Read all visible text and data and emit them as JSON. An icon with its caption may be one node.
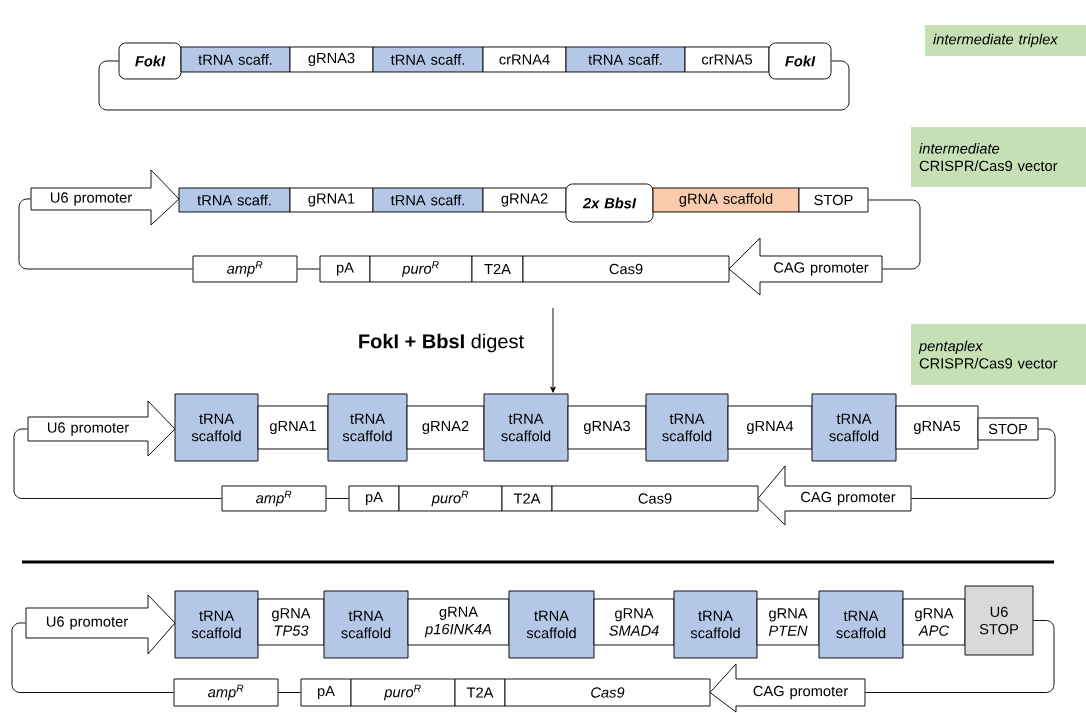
{
  "diagram": {
    "nodes": [
      {
        "text": [
          "intermediate triplex"
        ]
      },
      {
        "text": [
          "FokI"
        ]
      },
      {
        "text": [
          "tRNA scaff."
        ]
      },
      {
        "text": [
          "gRNA3"
        ]
      },
      {
        "text": [
          "tRNA scaff."
        ]
      },
      {
        "text": [
          "crRNA4"
        ]
      },
      {
        "text": [
          "tRNA scaff."
        ]
      },
      {
        "text": [
          "crRNA5"
        ]
      },
      {
        "text": [
          "FokI"
        ]
      },
      {
        "text": [
          "*intermediate* CRISPR/Cas9 vector"
        ]
      },
      {
        "text": [
          "U6 promoter"
        ]
      },
      {
        "text": [
          "tRNA scaff."
        ]
      },
      {
        "text": [
          "gRNA1"
        ]
      },
      {
        "text": [
          "tRNA scaff."
        ]
      },
      {
        "text": [
          "gRNA2"
        ]
      },
      {
        "text": [
          "2x BbsI"
        ]
      },
      {
        "text": [
          "gRNA scaffold"
        ]
      },
      {
        "text": [
          "STOP"
        ]
      },
      {
        "text": [
          "amp$^{R}$"
        ]
      },
      {
        "text": [
          "pA"
        ]
      },
      {
        "text": [
          "puro$^{R}$"
        ]
      },
      {
        "text": [
          "T2A"
        ]
      },
      {
        "text": [
          "Cas9"
        ]
      },
      {
        "text": [
          "CAG promoter"
        ]
      },
      {
        "text": [
          "*pentaplex* CRISPR/Cas9 vector"
        ]
      },
      {
        "text": [
          "U6 promoter"
        ]
      },
      {
        "text": [
          "tRNA scaffold"
        ]
      },
      {
        "text": [
          "gRNA1"
        ]
      },
      {
        "text": [
          "tRNA scaffold"
        ]
      },
      {
        "text": [
          "gRNA2"
        ]
      },
      {
        "text": [
          "tRNA scaffold"
        ]
      },
      {
        "text": [
          "gRNA3"
        ]
      },
      {
        "text": [
          "tRNA scaffold"
        ]
      },
      {
        "text": [
          "gRNA4"
        ]
      },
      {
        "text": [
          "tRNA scaffold"
        ]
      },
      {
        "text": [
          "gRNA5"
        ]
      },
      {
        "text": [
          "STOP"
        ]
      },
      {
        "text": [
          "amp$^{R}$"
        ]
      },
      {
        "text": [
          "pA"
        ]
      },
      {
        "text": [
          "puro$^{R}$"
        ]
      },
      {
        "text": [
          "T2A"
        ]
      },
      {
        "text": [
          "Cas9"
        ]
      },
      {
        "text": [
          "CAG promoter"
        ]
      },
      {
        "text": [
          "U6 promoter"
        ]
      },
      {
        "text": [
          "tRNA scaffold"
        ]
      },
      {
        "text": [
          "gRNA *TP53*"
        ]
      },
      {
        "text": [
          "tRNA scaffold"
        ]
      },
      {
        "text": [
          "gRNA *p16INK4A*"
        ]
      },
      {
        "text": [
          "tRNA scaffold"
        ]
      },
      {
        "text": [
          "gRNA *SMAD4*"
        ]
      },
      {
        "text": [
          "tRNA scaffold"
        ]
      },
      {
        "text": [
          "gRNA *PTEN*"
        ]
      },
      {
        "text": [
          "tRNA scaffold"
        ]
      },
      {
        "text": [
          "gRNA *APC*"
        ]
      },
      {
        "text": [
          "U6 STOP"
        ]
      },
      {
        "text": [
          "amp$^{R}$"
        ]
      },
      {
        "text": [
          "pA"
        ]
      },
      {
        "text": [
          "puro$^{R}$"
        ]
      },
      {
        "text": [
          "T2A"
        ]
      },
      {
        "text": [
          "Cas9"
        ]
      },
      {
        "text": [
          "CAG promoter"
        ]
      }
    ],
    "edges": [
      {
        "from": 1,
        "to": 8,
        "arrow": "none"
      },
      {
        "from": 10,
        "to": 18,
        "arrow": "none"
      },
      {
        "from": 18,
        "to": 19,
        "arrow": "none"
      },
      {
        "from": 23,
        "to": 17,
        "arrow": "none"
      },
      {
        "from": null,
        "to": 30,
        "arrow": "to",
        "label": "**FokI + BbsI** digest"
      },
      {
        "from": 25,
        "to": 37,
        "arrow": "none"
      },
      {
        "from": 37,
        "to": 38,
        "arrow": "none"
      },
      {
        "from": 42,
        "to": 36,
        "arrow": "none"
      },
      {
        "from": 43,
        "to": 55,
        "arrow": "none"
      },
      {
        "from": 55,
        "to": 56,
        "arrow": "none"
      },
      {
        "from": 60,
        "to": 54,
        "arrow": "none"
      }
    ]
  }
}
